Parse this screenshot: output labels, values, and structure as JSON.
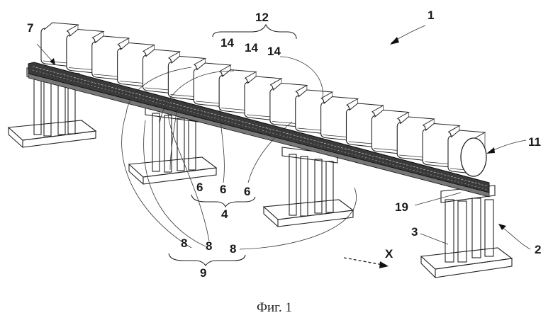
{
  "figure": {
    "caption": "Фиг. 1",
    "labels": [
      {
        "id": "ref-1",
        "text": "1"
      },
      {
        "id": "ref-12",
        "text": "12"
      },
      {
        "id": "ref-14-a",
        "text": "14"
      },
      {
        "id": "ref-14-b",
        "text": "14"
      },
      {
        "id": "ref-14-c",
        "text": "14"
      },
      {
        "id": "ref-7",
        "text": "7"
      },
      {
        "id": "ref-11",
        "text": "11"
      },
      {
        "id": "ref-6-a",
        "text": "6"
      },
      {
        "id": "ref-6-b",
        "text": "6"
      },
      {
        "id": "ref-6-c",
        "text": "6"
      },
      {
        "id": "ref-4",
        "text": "4"
      },
      {
        "id": "ref-19",
        "text": "19"
      },
      {
        "id": "ref-3",
        "text": "3"
      },
      {
        "id": "ref-2",
        "text": "2"
      },
      {
        "id": "ref-8-a",
        "text": "8"
      },
      {
        "id": "ref-8-b",
        "text": "8"
      },
      {
        "id": "ref-8-c",
        "text": "8"
      },
      {
        "id": "ref-9",
        "text": "9"
      },
      {
        "id": "ref-x",
        "text": "X"
      }
    ]
  }
}
